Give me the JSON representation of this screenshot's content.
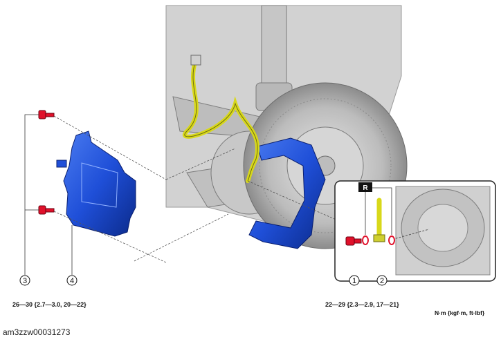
{
  "callouts": [
    {
      "number": "1"
    },
    {
      "number": "2"
    },
    {
      "number": "3"
    },
    {
      "number": "4"
    }
  ],
  "inset": {
    "badge": "R"
  },
  "torque": {
    "left": "26—30 {2.7—3.0, 20—22}",
    "right": "22—29 {2.3—2.9, 17—21}",
    "units": "N·m {kgf·m, ft·lbf}"
  },
  "figure_id": "am3zzw00031273",
  "colors": {
    "caliper_blue": "#1f4fd8",
    "hose_yellow": "#d8d81a",
    "bolt_red": "#e0102a",
    "background_gray": "#d4d4d4"
  }
}
